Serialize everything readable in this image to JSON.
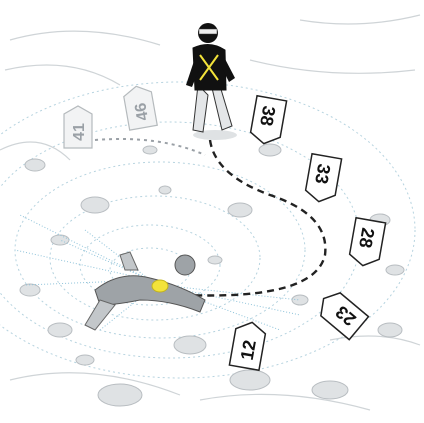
{
  "colors": {
    "contour": "#a9c7d6",
    "terrain": "#c9cdd0",
    "rock": "#d4d7da",
    "path": "#222222",
    "ghost_path": "#9aa0a6",
    "beacon": "#f3e33a",
    "signal": "#8fc3da"
  },
  "signs": [
    {
      "value": "41",
      "label_glyph": "⅃↑",
      "arrow": "up",
      "faded": true
    },
    {
      "value": "46",
      "label_glyph": "⅃↑",
      "arrow": "up",
      "faded": true
    },
    {
      "value": "38",
      "label_glyph": "⌐",
      "arrow": "down",
      "faded": false
    },
    {
      "value": "33",
      "label_glyph": "⌐",
      "arrow": "down",
      "faded": false
    },
    {
      "value": "28",
      "label_glyph": "⌐",
      "arrow": "down",
      "faded": false
    },
    {
      "value": "23",
      "label_glyph": "⌐",
      "arrow": "up",
      "faded": false
    },
    {
      "value": "12",
      "label_glyph": "⅃",
      "arrow": "up",
      "faded": false
    }
  ],
  "figures": {
    "rescuer": "rescuer-with-transceiver",
    "victim": "buried-avalanche-victim"
  }
}
